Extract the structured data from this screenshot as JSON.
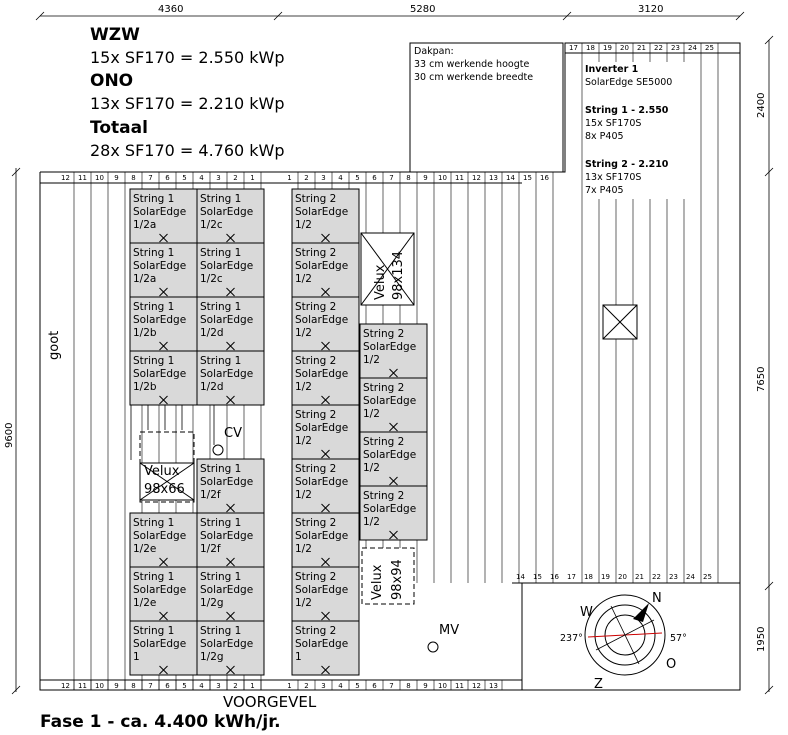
{
  "summary": {
    "wzw_title": "WZW",
    "wzw_line": "15x SF170 = 2.550 kWp",
    "ono_title": "ONO",
    "ono_line": "13x SF170 = 2.210 kWp",
    "total_title": "Totaal",
    "total_line": "28x SF170 = 4.760 kWp"
  },
  "dimensions": {
    "top": [
      "4360",
      "5280",
      "3120"
    ],
    "right": [
      "2400",
      "7650",
      "1950"
    ],
    "left": "9600"
  },
  "dakpan": {
    "title": "Dakpan:",
    "line1": "33 cm werkende hoogte",
    "line2": "30 cm werkende breedte"
  },
  "inverter": {
    "title": "Inverter 1",
    "model": "SolarEdge SE5000",
    "string1_title": "String 1 - 2.550",
    "string1_modules": "15x SF170S",
    "string1_opt": "8x P405",
    "string2_title": "String 2 - 2.210",
    "string2_modules": "13x SF170S",
    "string2_opt": "7x P405"
  },
  "rafters": {
    "left_top": [
      "12",
      "11",
      "10",
      "9",
      "8",
      "7",
      "6",
      "5",
      "4",
      "3",
      "2",
      "1"
    ],
    "mid_top": [
      "1",
      "2",
      "3",
      "4",
      "5",
      "6",
      "7",
      "8",
      "9",
      "10",
      "11",
      "12",
      "13",
      "14",
      "15",
      "16"
    ],
    "right_top": [
      "17",
      "18",
      "19",
      "20",
      "21",
      "22",
      "23",
      "24",
      "25"
    ],
    "right_mid": [
      "14",
      "15",
      "16",
      "17",
      "18",
      "19",
      "20",
      "21",
      "22",
      "23",
      "24",
      "25"
    ],
    "left_bottom": [
      "12",
      "11",
      "10",
      "9",
      "8",
      "7",
      "6",
      "5",
      "4",
      "3",
      "2",
      "1"
    ],
    "mid_bottom": [
      "1",
      "2",
      "3",
      "4",
      "5",
      "6",
      "7",
      "8",
      "9",
      "10",
      "11",
      "12",
      "13"
    ]
  },
  "panels": {
    "left_col_a": [
      [
        "String 1",
        "SolarEdge",
        "1/2a"
      ],
      [
        "String 1",
        "SolarEdge",
        "1/2a"
      ],
      [
        "String 1",
        "SolarEdge",
        "1/2b"
      ],
      [
        "String 1",
        "SolarEdge",
        "1/2b"
      ]
    ],
    "left_col_b": [
      [
        "String 1",
        "SolarEdge",
        "1/2c"
      ],
      [
        "String 1",
        "SolarEdge",
        "1/2c"
      ],
      [
        "String 1",
        "SolarEdge",
        "1/2d"
      ],
      [
        "String 1",
        "SolarEdge",
        "1/2d"
      ]
    ],
    "left_lower_a": [
      [
        "String 1",
        "SolarEdge",
        "1/2e"
      ],
      [
        "String 1",
        "SolarEdge",
        "1/2e"
      ],
      [
        "String 1",
        "SolarEdge",
        "1"
      ]
    ],
    "left_lower_b": [
      [
        "String 1",
        "SolarEdge",
        "1/2f"
      ],
      [
        "String 1",
        "SolarEdge",
        "1/2f"
      ],
      [
        "String 1",
        "SolarEdge",
        "1/2g"
      ],
      [
        "String 1",
        "SolarEdge",
        "1/2g"
      ]
    ],
    "mid_col": [
      [
        "String 2",
        "SolarEdge",
        "1/2"
      ],
      [
        "String 2",
        "SolarEdge",
        "1/2"
      ],
      [
        "String 2",
        "SolarEdge",
        "1/2"
      ],
      [
        "String 2",
        "SolarEdge",
        "1/2"
      ],
      [
        "String 2",
        "SolarEdge",
        "1/2"
      ],
      [
        "String 2",
        "SolarEdge",
        "1/2"
      ],
      [
        "String 2",
        "SolarEdge",
        "1/2"
      ],
      [
        "String 2",
        "SolarEdge",
        "1/2"
      ],
      [
        "String 2",
        "SolarEdge",
        "1"
      ]
    ],
    "mid_col2": [
      [
        "String 2",
        "SolarEdge",
        "1/2"
      ],
      [
        "String 2",
        "SolarEdge",
        "1/2"
      ],
      [
        "String 2",
        "SolarEdge",
        "1/2"
      ],
      [
        "String 2",
        "SolarEdge",
        "1/2"
      ]
    ]
  },
  "velux": {
    "top": [
      "Velux",
      "98x134"
    ],
    "left": [
      "Velux",
      "98x66"
    ],
    "bottom": [
      "Velux",
      "98x94"
    ]
  },
  "labels": {
    "goot": "goot",
    "cv": "CV",
    "mv": "MV",
    "voorgevel": "VOORGEVEL",
    "footer": "Fase 1 - ca. 4.400 kWh/jr."
  },
  "compass": {
    "w": "W",
    "n": "N",
    "o": "O",
    "z": "Z",
    "angle_left": "237°",
    "angle_right": "57°"
  }
}
